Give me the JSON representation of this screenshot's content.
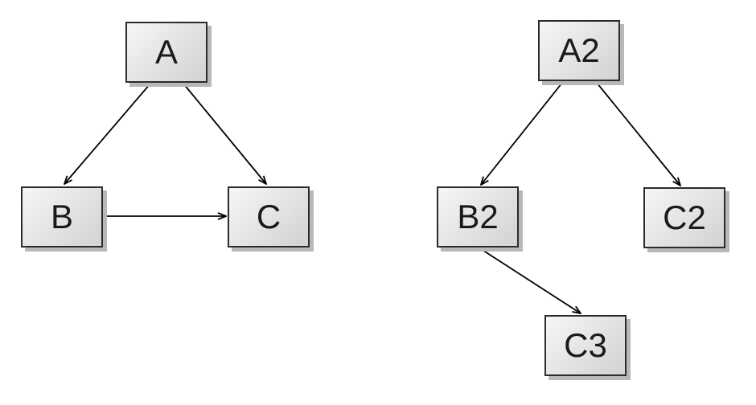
{
  "palette": {
    "canvas-bg": "#ffffff",
    "node-fill-light": "#f6f6f6",
    "node-fill-dark": "#d2d2d2",
    "node-border": "#2b2b2b",
    "node-shadow": "#b8b8b8",
    "node-text": "#1a1a1a",
    "edge-stroke": "#000000"
  },
  "left_graph": {
    "nodes": [
      {
        "id": "A",
        "label": "A"
      },
      {
        "id": "B",
        "label": "B"
      },
      {
        "id": "C",
        "label": "C"
      }
    ],
    "edges": [
      {
        "from": "A",
        "to": "B",
        "arrow": "end"
      },
      {
        "from": "A",
        "to": "C",
        "arrow": "end"
      },
      {
        "from": "B",
        "to": "C",
        "arrow": "end"
      }
    ]
  },
  "right_graph": {
    "nodes": [
      {
        "id": "A2",
        "label": "A2"
      },
      {
        "id": "B2",
        "label": "B2"
      },
      {
        "id": "C2",
        "label": "C2"
      },
      {
        "id": "C3",
        "label": "C3"
      }
    ],
    "edges": [
      {
        "from": "A2",
        "to": "B2",
        "arrow": "end"
      },
      {
        "from": "A2",
        "to": "C2",
        "arrow": "end"
      },
      {
        "from": "B2",
        "to": "C3",
        "arrow": "end"
      }
    ]
  }
}
